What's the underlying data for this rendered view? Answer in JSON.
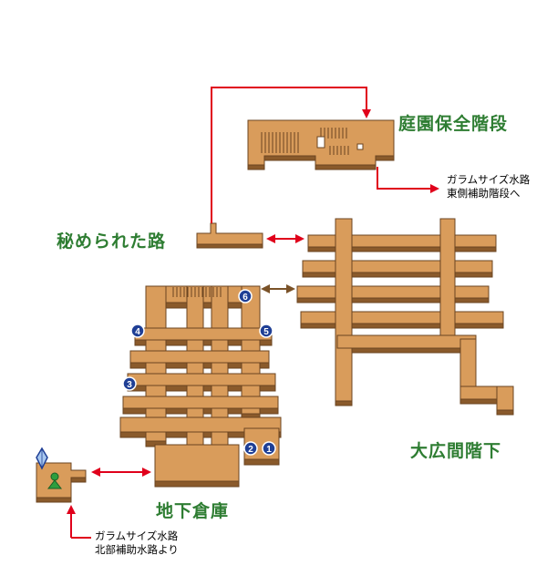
{
  "labels": {
    "garden_stairs": "庭園保全階段",
    "secret_path": "秘められた路",
    "great_hall_below": "大広間階下",
    "basement_storage": "地下倉庫"
  },
  "notes": {
    "east_stairs": [
      "ガラムサイズ水路",
      "東側補助階段へ"
    ],
    "north_canal": [
      "ガラムサイズ水路",
      "北部補助水路より"
    ]
  },
  "markers": [
    {
      "id": "marker-1",
      "num": "1"
    },
    {
      "id": "marker-2",
      "num": "2"
    },
    {
      "id": "marker-3",
      "num": "3"
    },
    {
      "id": "marker-4",
      "num": "4"
    },
    {
      "id": "marker-5",
      "num": "5"
    },
    {
      "id": "marker-6",
      "num": "6"
    }
  ],
  "colors": {
    "floor": "#d99c5b",
    "floor_side": "#8a5a2b",
    "floor_edge": "#6b4420",
    "route_arrow": "#e0001b",
    "passage_arrow": "#7a5228",
    "label": "#2e7d32",
    "marker": "#1f3f95"
  },
  "icons": [
    "save-crystal-icon",
    "party-member-icon"
  ]
}
